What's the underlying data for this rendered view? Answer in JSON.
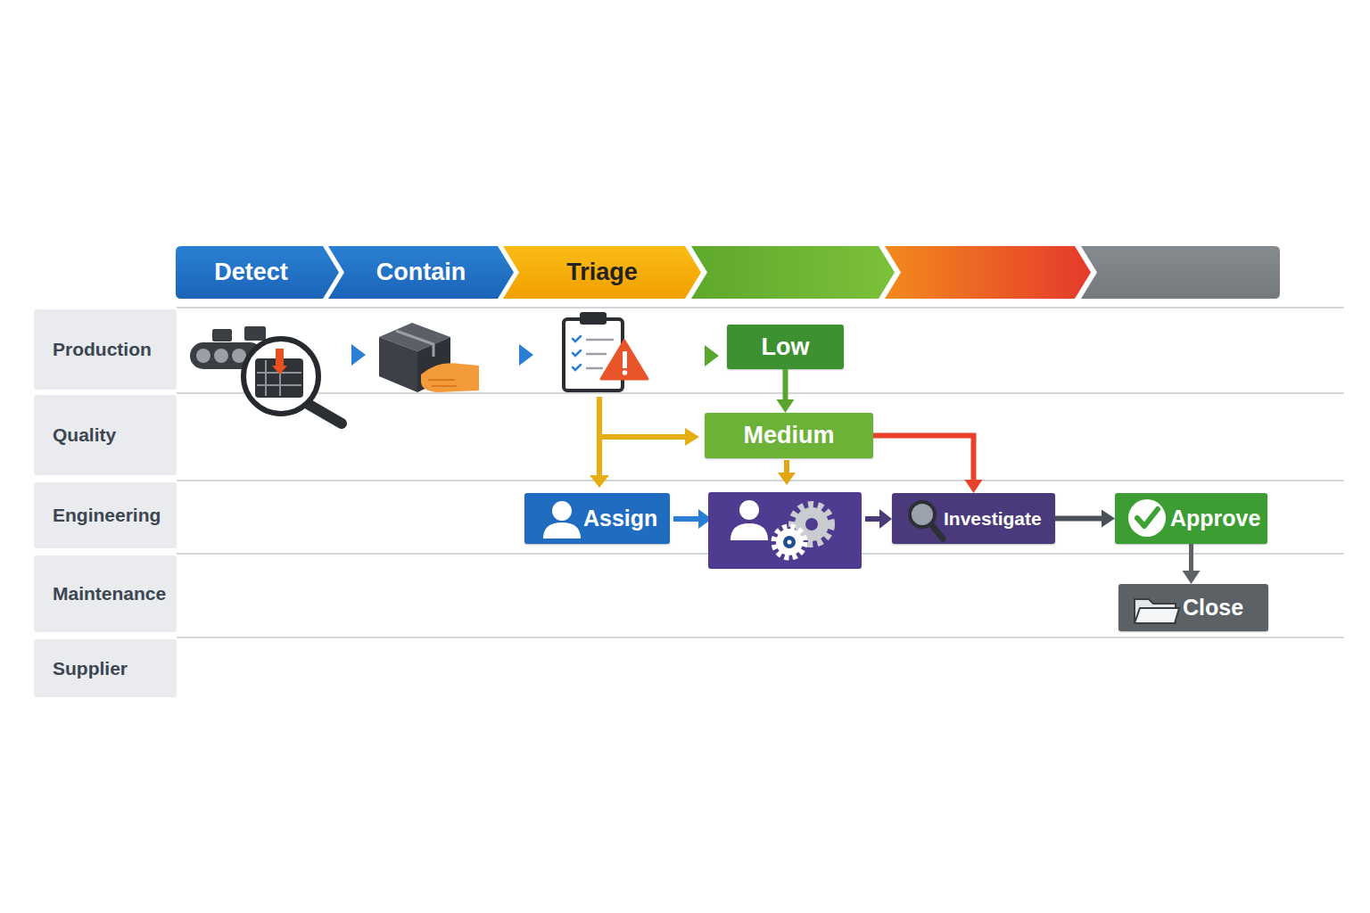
{
  "diagram": {
    "nodes": [
      {
        "text": [
          "Detect"
        ]
      },
      {
        "text": [
          "Contain"
        ]
      },
      {
        "text": [
          "Triage"
        ]
      },
      {
        "text": [
          "Production"
        ]
      },
      {
        "text": [
          "Quality"
        ]
      },
      {
        "text": [
          "Engineering"
        ]
      },
      {
        "text": [
          "Maintenance"
        ]
      },
      {
        "text": [
          "Supplier"
        ]
      },
      {
        "text": [
          "Low"
        ]
      },
      {
        "text": [
          "Medium"
        ]
      },
      {
        "text": [
          "Assign"
        ]
      },
      {
        "text": [
          "Investigate"
        ]
      },
      {
        "text": [
          "Approve"
        ]
      },
      {
        "text": [
          "Close"
        ]
      }
    ],
    "edges": [
      {
        "from": 8,
        "to": 9,
        "arrow": "to"
      },
      {
        "from": 9,
        "to": 11,
        "arrow": "to"
      },
      {
        "from": 11,
        "to": 12,
        "arrow": "to"
      },
      {
        "from": 12,
        "to": 13,
        "arrow": "to"
      }
    ]
  }
}
